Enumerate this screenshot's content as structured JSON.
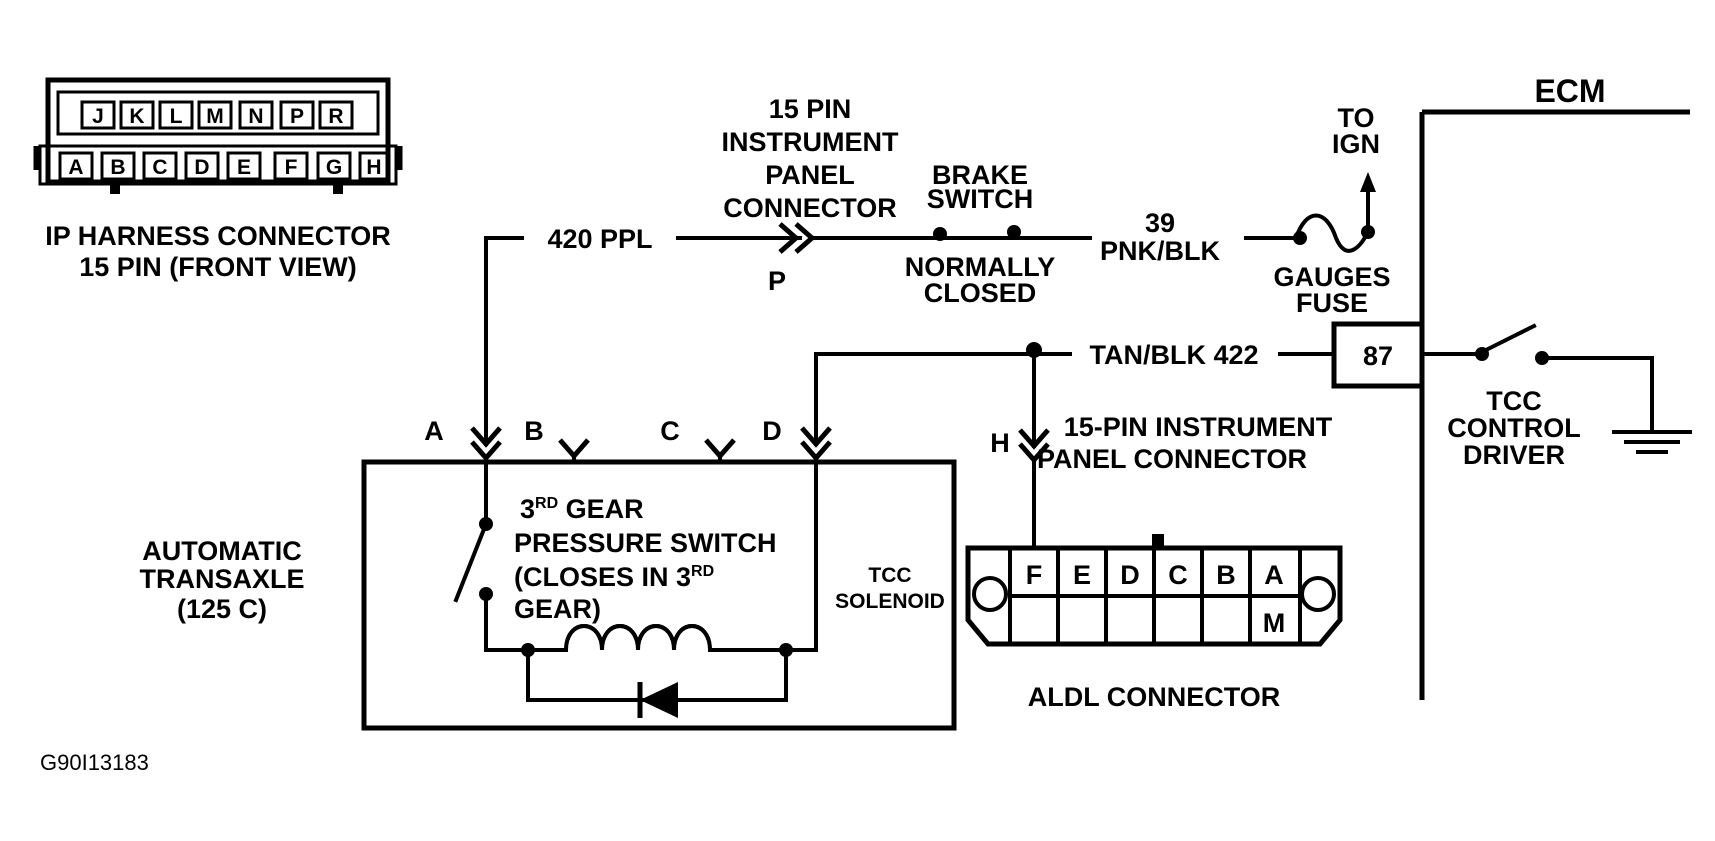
{
  "ip_harness": {
    "title_line1": "IP HARNESS CONNECTOR",
    "title_line2": "15 PIN (FRONT VIEW)",
    "top_pins": [
      "J",
      "K",
      "L",
      "M",
      "N",
      "P",
      "R"
    ],
    "bottom_pins": [
      "A",
      "B",
      "C",
      "D",
      "E",
      "F",
      "G",
      "H"
    ]
  },
  "instrument_panel_connector": {
    "line1": "15 PIN",
    "line2": "INSTRUMENT",
    "line3": "PANEL",
    "line4": "CONNECTOR",
    "pin": "P"
  },
  "wires": {
    "ppl": "420 PPL",
    "pnk_blk_1": "39",
    "pnk_blk_2": "PNK/BLK",
    "tan_blk": "TAN/BLK 422"
  },
  "brake_switch": {
    "line1": "BRAKE",
    "line2": "SWITCH",
    "state1": "NORMALLY",
    "state2": "CLOSED"
  },
  "ign": {
    "line1": "TO",
    "line2": "IGN"
  },
  "fuse": {
    "line1": "GAUGES",
    "line2": "FUSE"
  },
  "ecm": {
    "title": "ECM",
    "pin": "87",
    "driver1": "TCC",
    "driver2": "CONTROL",
    "driver3": "DRIVER"
  },
  "transaxle": {
    "line1": "AUTOMATIC",
    "line2": "TRANSAXLE",
    "line3": "(125 C)",
    "pins": [
      "A",
      "B",
      "C",
      "D"
    ],
    "switch_line1_a": "3",
    "switch_line1_sup": "RD",
    "switch_line1_b": " GEAR",
    "switch_line2": "PRESSURE SWITCH",
    "switch_line3_a": "(CLOSES IN 3",
    "switch_line3_sup": "RD",
    "switch_line4": "GEAR)",
    "solenoid1": "TCC",
    "solenoid2": "SOLENOID"
  },
  "ip_connector_h": {
    "pin": "H",
    "line1": "15-PIN INSTRUMENT",
    "line2": "PANEL CONNECTOR"
  },
  "aldl": {
    "title": "ALDL CONNECTOR",
    "top_pins": [
      "F",
      "E",
      "D",
      "C",
      "B",
      "A"
    ],
    "bottom_pins": [
      "",
      "",
      "",
      "",
      "",
      "M"
    ]
  },
  "figure_code": "G90I13183"
}
